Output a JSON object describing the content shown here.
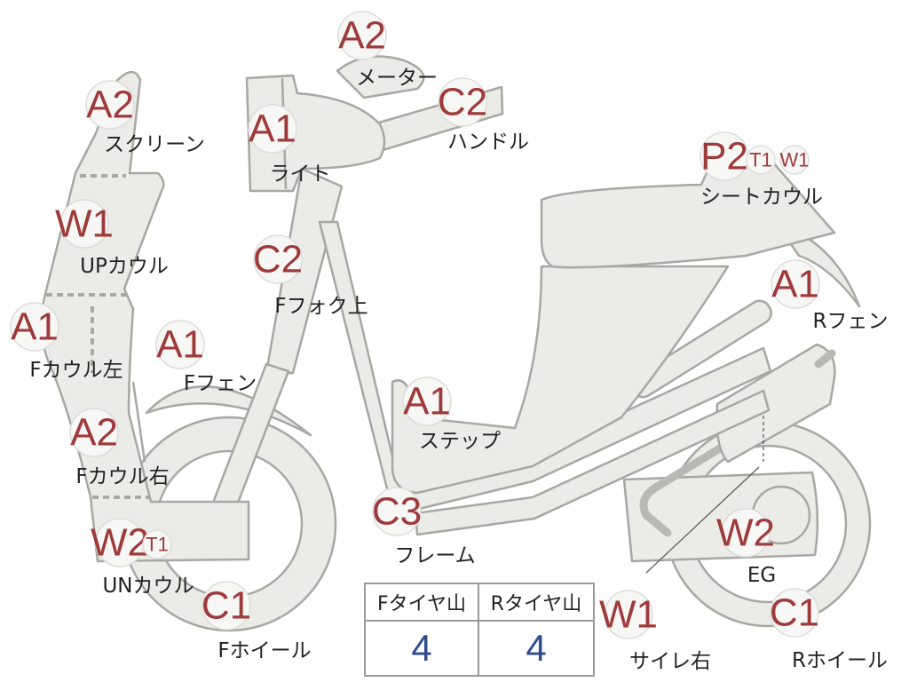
{
  "labels": [
    {
      "id": "meter",
      "grade": "A2",
      "name": "メーター"
    },
    {
      "id": "handle",
      "grade": "C2",
      "name": "ハンドル"
    },
    {
      "id": "light",
      "grade": "A1",
      "name": "ライト"
    },
    {
      "id": "screen",
      "grade": "A2",
      "name": "スクリーン"
    },
    {
      "id": "up-cowl",
      "grade": "W1",
      "name": "UPカウル"
    },
    {
      "id": "f-cowl-left",
      "grade": "A1",
      "name": "Fカウル左"
    },
    {
      "id": "f-fork-upper",
      "grade": "C2",
      "name": "Fフォク上"
    },
    {
      "id": "f-fender",
      "grade": "A1",
      "name": "Fフェン"
    },
    {
      "id": "f-cowl-right",
      "grade": "A2",
      "name": "Fカウル右"
    },
    {
      "id": "un-cowl",
      "grade": "W2",
      "extra": "T1",
      "name": "UNカウル"
    },
    {
      "id": "f-wheel",
      "grade": "C1",
      "name": "Fホイール"
    },
    {
      "id": "step",
      "grade": "A1",
      "name": "ステップ"
    },
    {
      "id": "frame",
      "grade": "C3",
      "name": "フレーム"
    },
    {
      "id": "seat-cowl",
      "grade": "P2",
      "extras": [
        "T1",
        "W1"
      ],
      "name": "シートカウル"
    },
    {
      "id": "r-fender",
      "grade": "A1",
      "name": "Rフェン"
    },
    {
      "id": "eg",
      "grade": "W2",
      "name": "EG"
    },
    {
      "id": "silencer-right",
      "grade": "W1",
      "name": "サイレ右"
    },
    {
      "id": "r-wheel",
      "grade": "C1",
      "name": "Rホイール"
    }
  ],
  "tread_table": {
    "headers": [
      "Fタイヤ山",
      "Rタイヤ山"
    ],
    "values": [
      "4",
      "4"
    ]
  },
  "colors": {
    "grade_text": "#9e3a3a",
    "tread_value": "#2f4c8f",
    "part_fill": "#ebebe8",
    "part_stroke": "#a7a7a4"
  }
}
